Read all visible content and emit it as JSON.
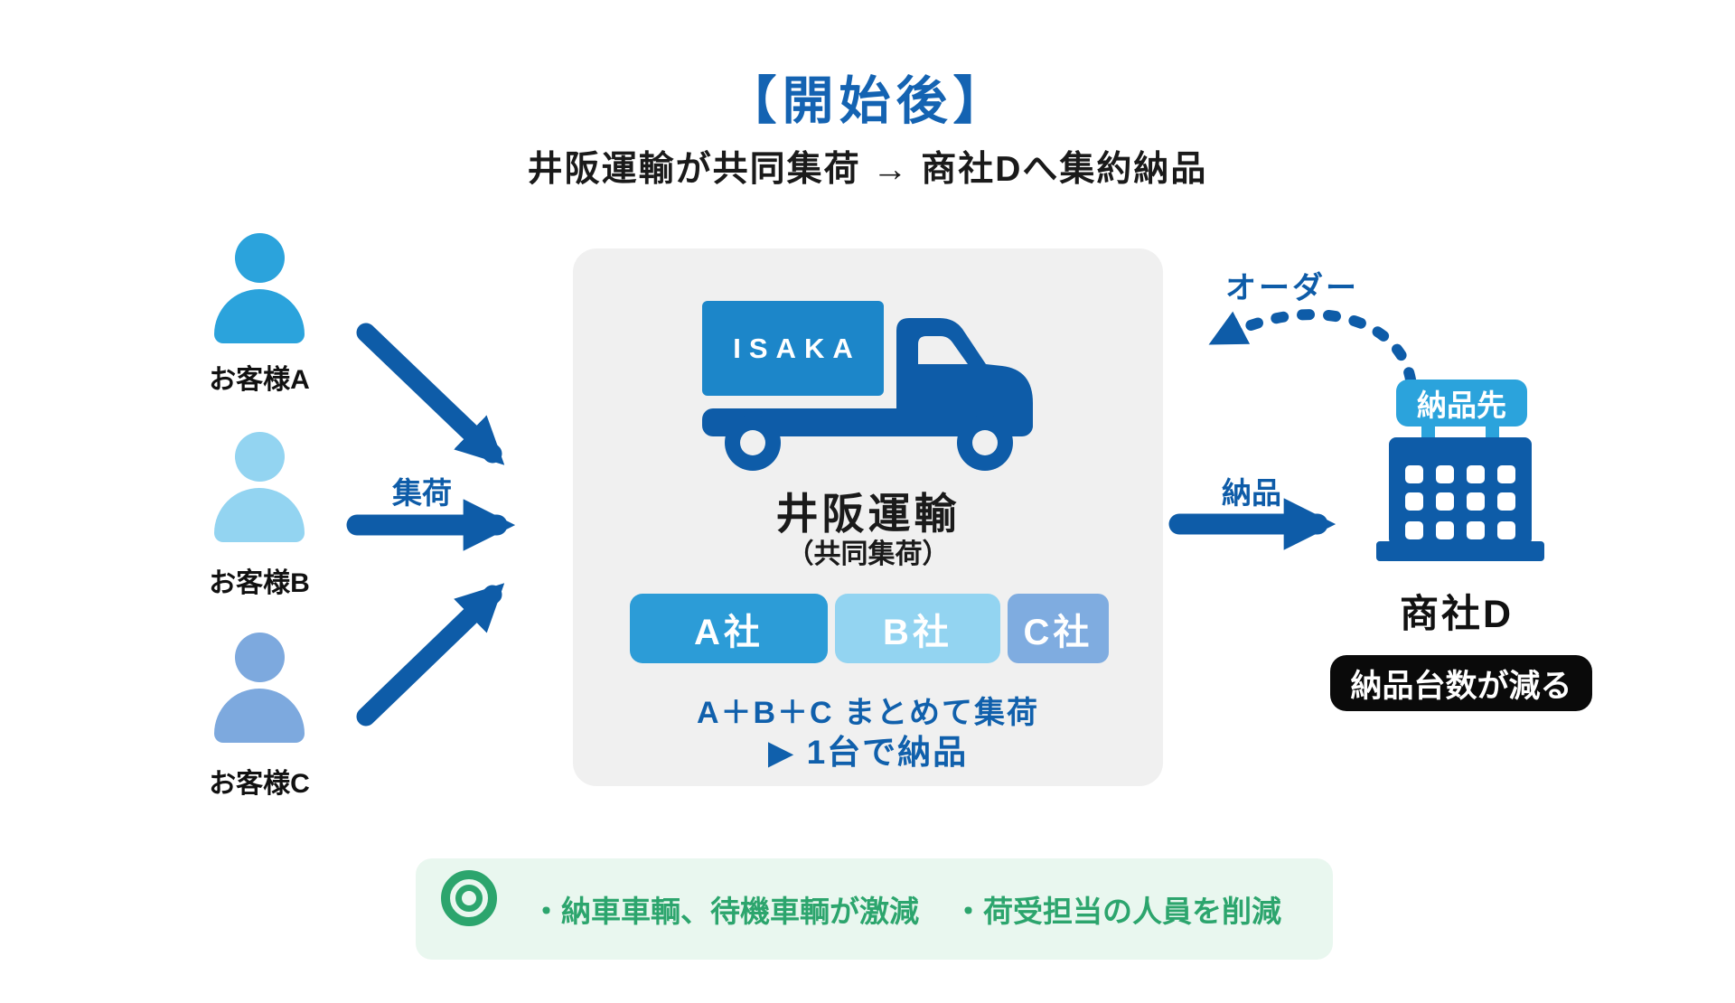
{
  "title": "【開始後】",
  "subtitle": "井阪運輸が共同集荷 → 商社Dへ集約納品",
  "customers": [
    {
      "label": "お客様A",
      "color": "#2BA3DC"
    },
    {
      "label": "お客様B",
      "color": "#93D4F1"
    },
    {
      "label": "お客様C",
      "color": "#7DA9DE"
    }
  ],
  "labels": {
    "pickup": "集荷",
    "delivery": "納品",
    "order": "オーダー"
  },
  "hub": {
    "truck_logo": "ISAKA",
    "name": "井阪運輸",
    "subname": "（共同集荷）",
    "companies": [
      {
        "label": "A社",
        "color": "#2C9CD7"
      },
      {
        "label": "B社",
        "color": "#93D4F1"
      },
      {
        "label": "C社",
        "color": "#7FACE0"
      }
    ],
    "note_line1": "A＋B＋C まとめて集荷",
    "note_line2": "▶ 1台で納品"
  },
  "destination": {
    "sign": "納品先",
    "name": "商社D",
    "badge": "納品台数が減る"
  },
  "benefits": {
    "item1": "・納車車輌、待機車輌が激減",
    "item2": "・荷受担当の人員を削減"
  },
  "icons": {
    "customer": "person-icon",
    "hub": "truck-icon",
    "destination": "building-icon",
    "benefit": "double-circle-icon",
    "flow": "arrow-icon"
  },
  "colors": {
    "blue_dark": "#0E5CA8",
    "blue_title": "#1463B2",
    "blue_cargo": "#1C86C9",
    "blue_sign": "#2BA3DC",
    "green": "#2CA56D",
    "green_bg": "#E9F7EF",
    "panel_gray": "#F0F0F0",
    "badge_bg": "#0A0A0A"
  }
}
